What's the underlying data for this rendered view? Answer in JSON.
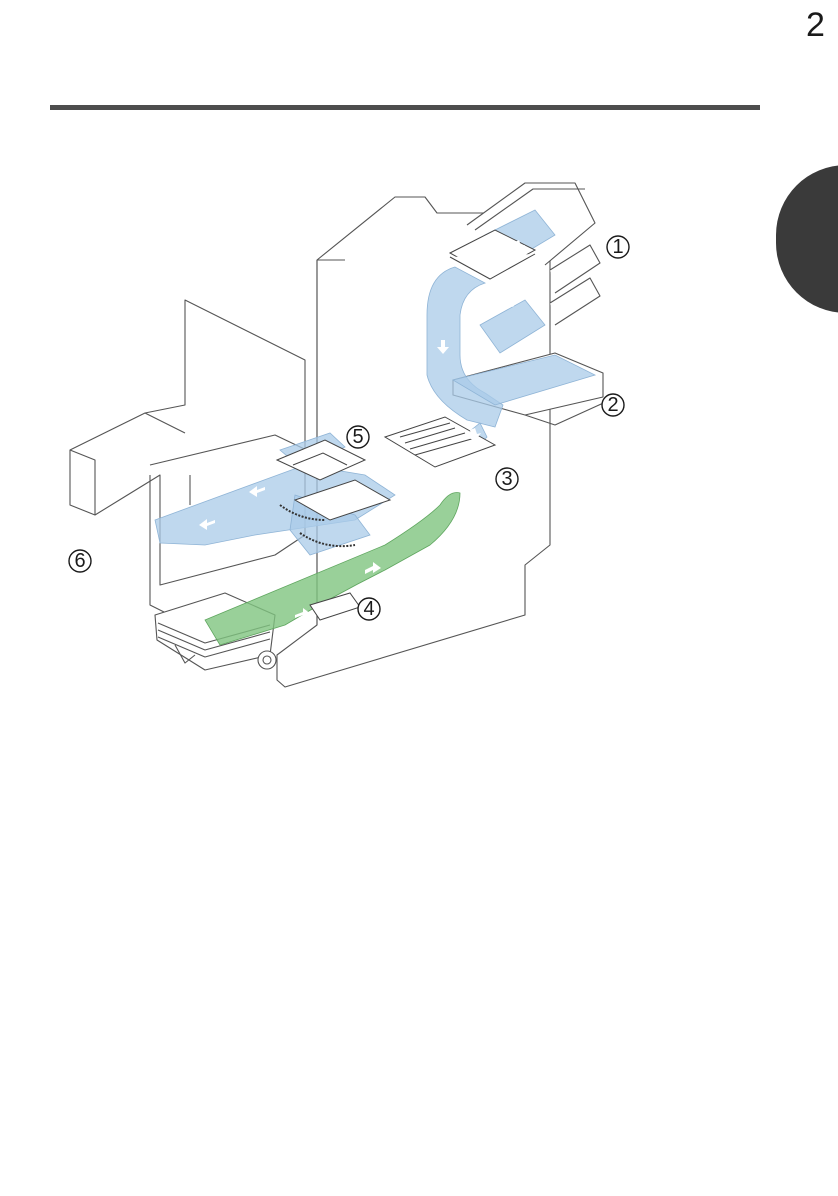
{
  "page": {
    "number": "2"
  },
  "figure": {
    "callouts": [
      {
        "id": "1",
        "label": "1"
      },
      {
        "id": "2",
        "label": "2"
      },
      {
        "id": "3",
        "label": "3"
      },
      {
        "id": "4",
        "label": "4"
      },
      {
        "id": "5",
        "label": "5"
      },
      {
        "id": "6",
        "label": "6"
      }
    ],
    "colors": {
      "document_path": "#a9cbe8",
      "return_path": "#7fc47f",
      "outline": "#555555",
      "arrow": "#ffffff"
    }
  }
}
